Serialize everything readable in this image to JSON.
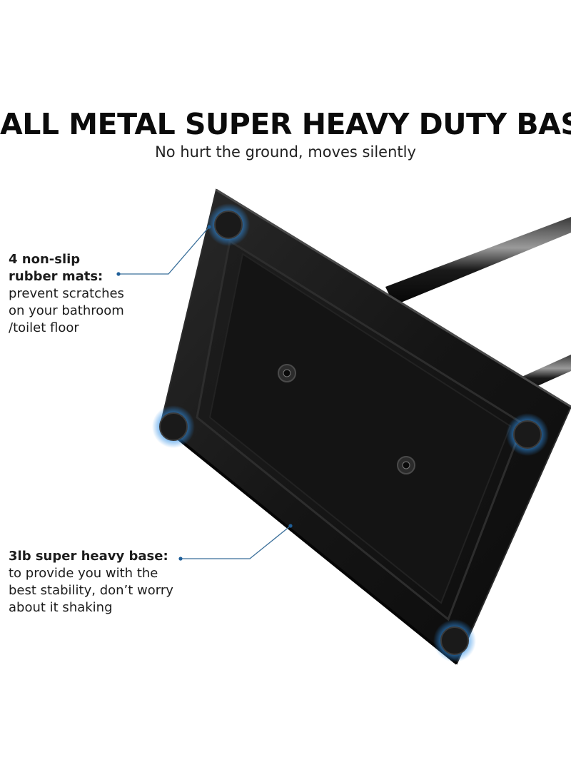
{
  "headline": "ALL METAL SUPER HEAVY DUTY BASE",
  "subheadline": "No hurt the ground, moves silently",
  "callouts": {
    "mats": {
      "title_line1": "4 non-slip",
      "title_line2": "rubber mats:",
      "body_line1": "prevent scratches",
      "body_line2": "on your bathroom",
      "body_line3": "/toilet floor"
    },
    "base": {
      "title": "3lb super heavy base:",
      "body_line1": "to provide you with the",
      "body_line2": "best stability, don’t worry",
      "body_line3": "about it shaking"
    }
  },
  "colors": {
    "text": "#0b0b0b",
    "metal": "#161616",
    "accent_glow": "#2f8fe6",
    "leader_line": "#3a6f9a"
  }
}
